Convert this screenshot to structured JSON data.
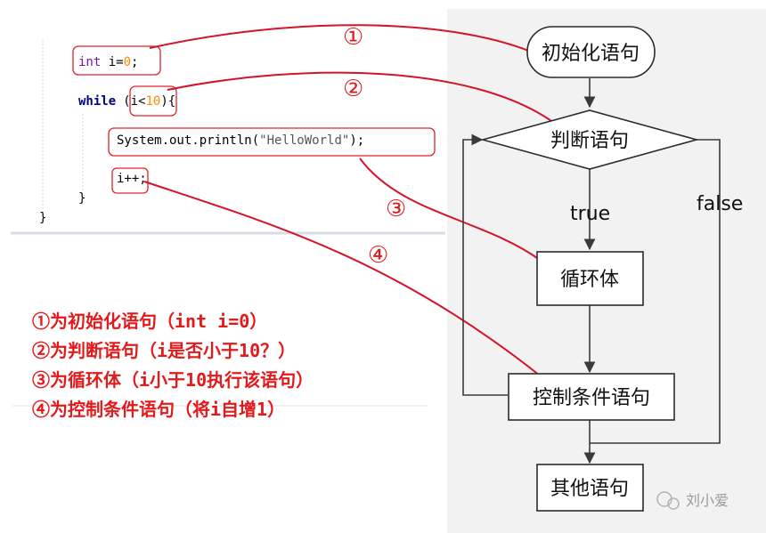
{
  "code": {
    "line1_kw": "int",
    "line1_rest": " i=",
    "line1_num": "0",
    "line1_end": ";",
    "line2_kw": "while",
    "line2_open": "(i<",
    "line2_num": "10",
    "line2_end": "){",
    "line3_pre": "System.out.println(",
    "line3_str": "\"HelloWorld\"",
    "line3_end": ");",
    "line4": "i++;",
    "line5": "}",
    "line6": "}"
  },
  "markers": [
    "①",
    "②",
    "③",
    "④"
  ],
  "notes": [
    "①为初始化语句（int i=0）",
    "②为判断语句（i是否小于10？）",
    "③为循环体（i小于10执行该语句）",
    "④为控制条件语句（将i自增1）"
  ],
  "flowchart": {
    "init": "初始化语句",
    "judge": "判断语句",
    "body": "循环体",
    "control": "控制条件语句",
    "other": "其他语句",
    "true_label": "true",
    "false_label": "false"
  },
  "watermark": "刘小爱",
  "colors": {
    "annotation": "#e31a1c",
    "panel": "#f2f2f2"
  }
}
